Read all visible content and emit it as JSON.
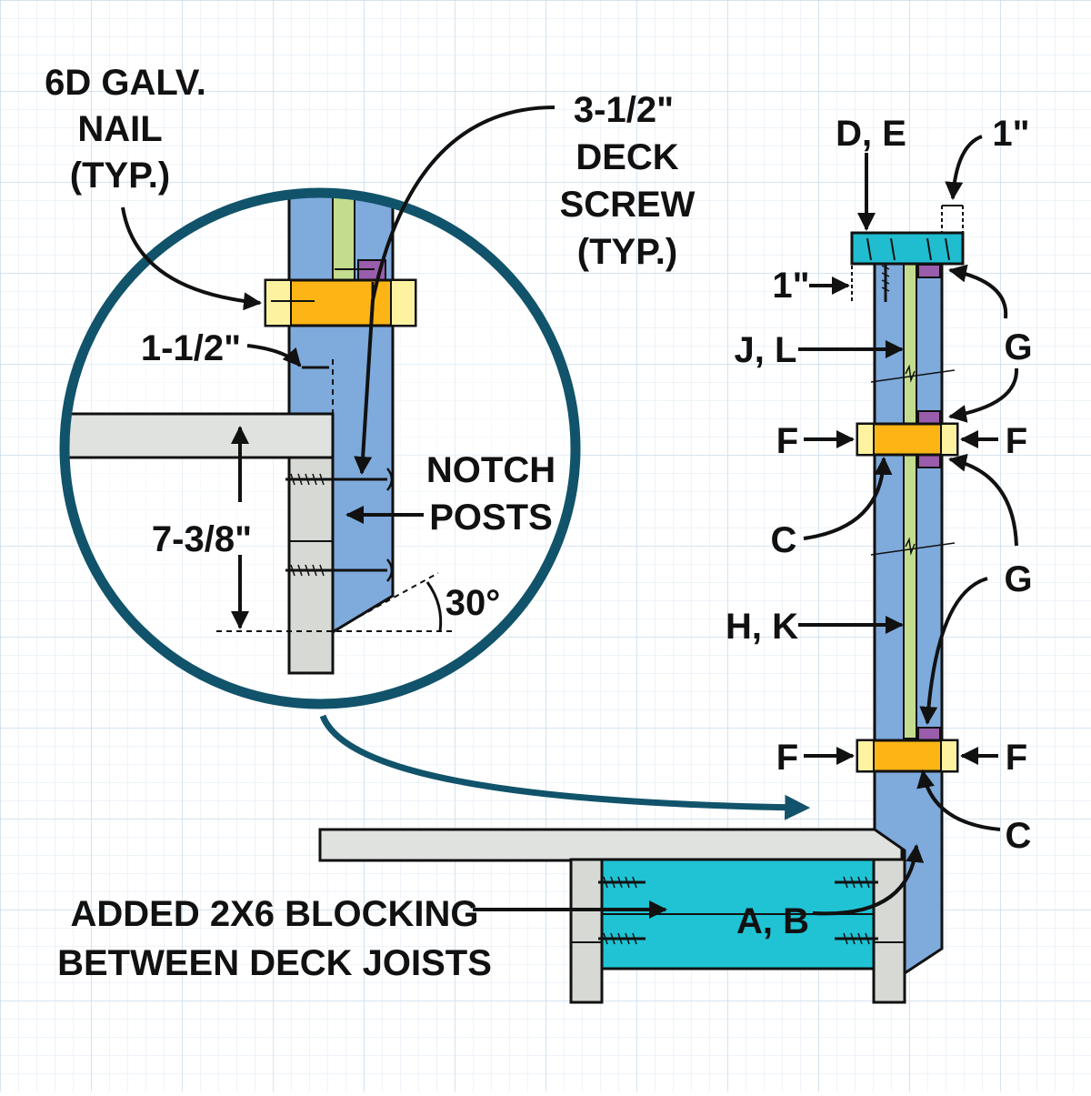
{
  "labels": {
    "nail": [
      "6D GALV.",
      "NAIL",
      "(TYP.)"
    ],
    "screw": [
      "3-1/2\"",
      "DECK",
      "SCREW",
      "(TYP.)"
    ],
    "notch": [
      "NOTCH",
      "POSTS"
    ],
    "blocking": [
      "ADDED 2X6 BLOCKING",
      "BETWEEN DECK JOISTS"
    ],
    "dim_1_1_2": "1-1/2\"",
    "dim_7_3_8": "7-3/8\"",
    "angle": "30°",
    "de": "D, E",
    "one_inch_top": "1\"",
    "one_inch_side": "1\"",
    "jl": "J, L",
    "hk": "H, K",
    "g": "G",
    "f": "F",
    "c": "C",
    "ab": "A, B"
  },
  "colors": {
    "post_blue": "#7eaadc",
    "cap_cyan": "#20bcd0",
    "block_cyan": "#1fc3d4",
    "panel_green": "#c3dc8e",
    "spacer_orange": "#fdb515",
    "spacer_end": "#fcf2a0",
    "wedge_purple": "#9a5dab",
    "board_gray": "#dfe2de",
    "joist_gray": "#d6d9d4",
    "circle_stroke": "#11536a",
    "grid": "#c7dceb"
  }
}
